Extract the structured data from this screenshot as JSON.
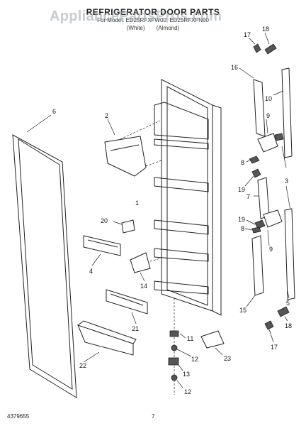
{
  "header": {
    "title": "REFRIGERATOR DOOR PARTS",
    "model_line": "For Model: ED25RFXFW00, ED25RFXFN00",
    "color_line": "(White)   (Almond)",
    "watermark": "AppliancePartsPros.com"
  },
  "footer": {
    "doc_number": "4379655",
    "page_number": "7"
  },
  "callouts": {
    "c1": "1",
    "c2": "2",
    "c3": "3",
    "c4": "4",
    "c5": "5",
    "c6": "6",
    "c7": "7",
    "c8a": "8",
    "c8b": "8",
    "c9a": "9",
    "c9b": "9",
    "c10": "10",
    "c11": "11",
    "c12a": "12",
    "c12b": "12",
    "c13": "13",
    "c14": "14",
    "c15": "15",
    "c16": "16",
    "c17a": "17",
    "c17b": "17",
    "c18a": "18",
    "c18b": "18",
    "c19a": "19",
    "c19b": "19",
    "c20": "20",
    "c21": "21",
    "c22": "22",
    "c23": "23"
  },
  "colors": {
    "line": "#222222",
    "watermark": "#9aa3ad"
  }
}
